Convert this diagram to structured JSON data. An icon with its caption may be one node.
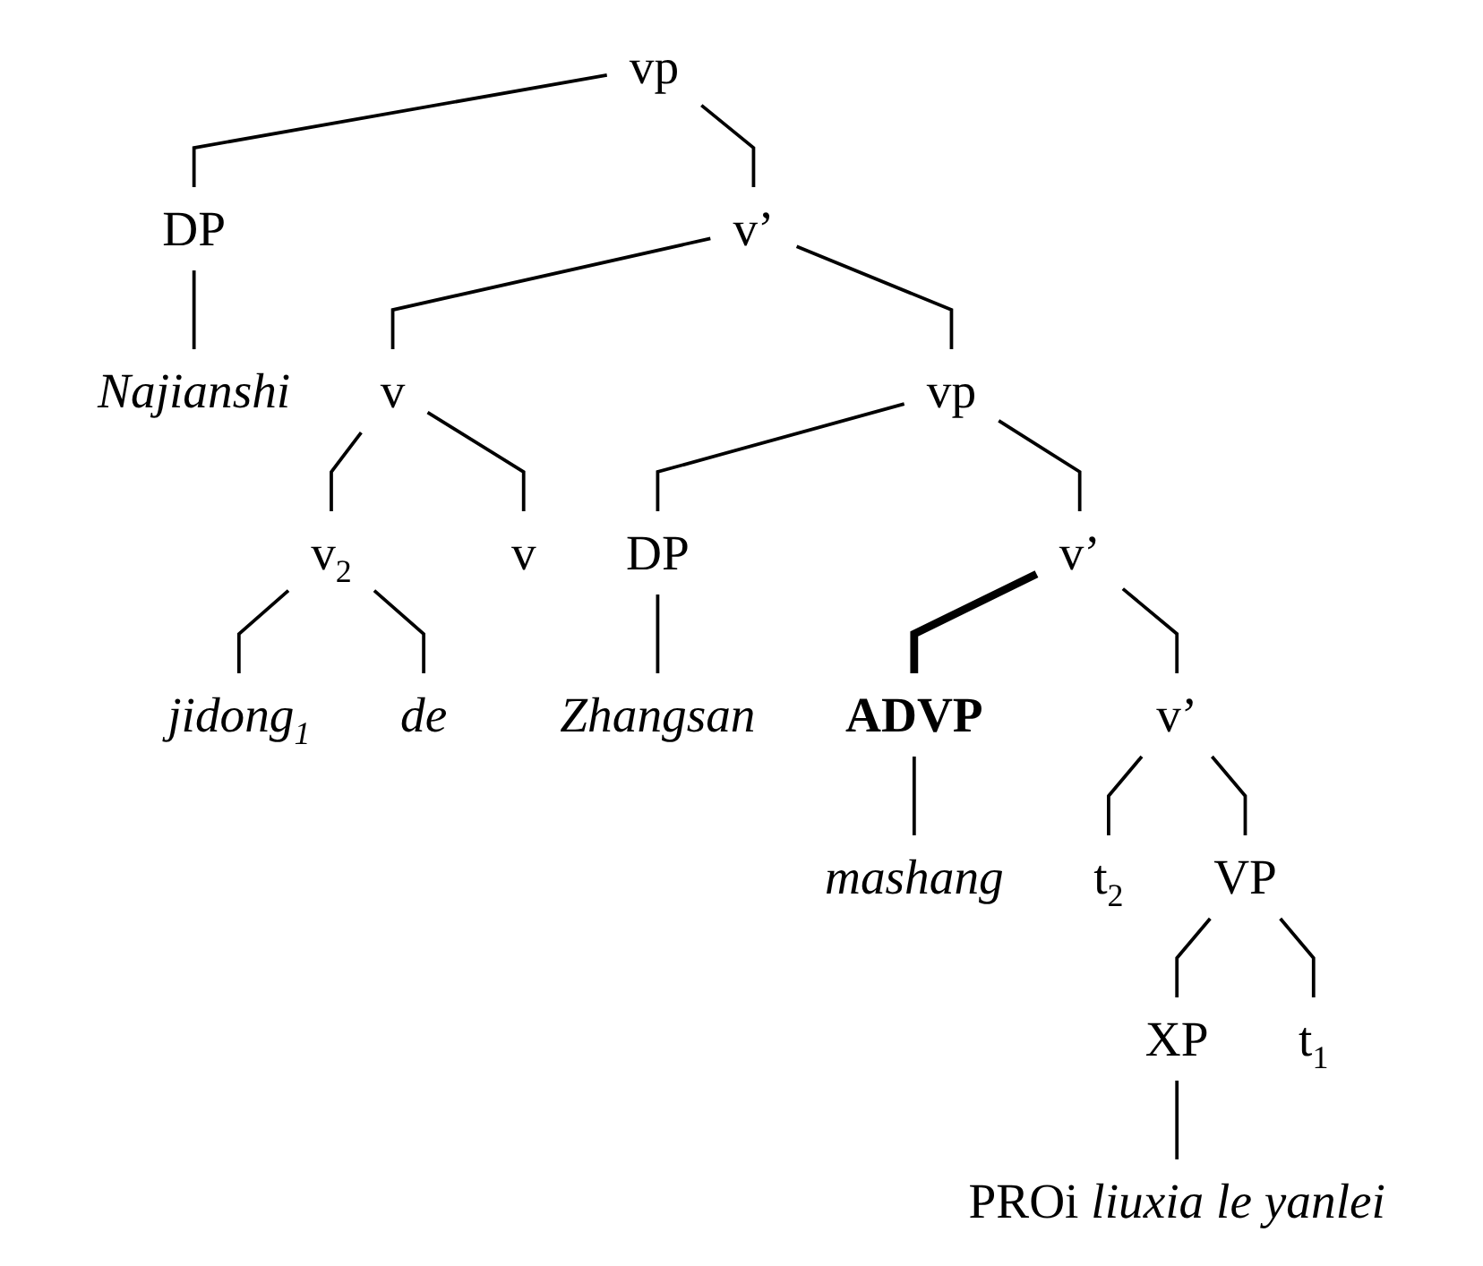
{
  "diagram": {
    "nodes": [
      {
        "text": [
          "vp"
        ]
      },
      {
        "text": [
          "DP"
        ]
      },
      {
        "text": [
          "v’"
        ]
      },
      {
        "text": [
          "Najianshi"
        ]
      },
      {
        "text": [
          "v"
        ]
      },
      {
        "text": [
          "vp"
        ]
      },
      {
        "text": [
          "v$_{2}$"
        ]
      },
      {
        "text": [
          "v"
        ]
      },
      {
        "text": [
          "DP"
        ]
      },
      {
        "text": [
          "v’"
        ]
      },
      {
        "text": [
          "jidong$_{1}$"
        ]
      },
      {
        "text": [
          "de"
        ]
      },
      {
        "text": [
          "Zhangsan"
        ]
      },
      {
        "text": [
          "ADVP"
        ]
      },
      {
        "text": [
          "v’"
        ]
      },
      {
        "text": [
          "mashang"
        ]
      },
      {
        "text": [
          "t$_{2}$"
        ]
      },
      {
        "text": [
          "VP"
        ]
      },
      {
        "text": [
          "XP"
        ]
      },
      {
        "text": [
          "t$_{1}$"
        ]
      },
      {
        "text": [
          "PROi *liuxia le yanlei*"
        ]
      }
    ],
    "edges": [
      {
        "from": 0,
        "to": 1,
        "arrow": "none"
      },
      {
        "from": 0,
        "to": 2,
        "arrow": "none"
      },
      {
        "from": 1,
        "to": 3,
        "arrow": "none"
      },
      {
        "from": 2,
        "to": 4,
        "arrow": "none"
      },
      {
        "from": 2,
        "to": 5,
        "arrow": "none"
      },
      {
        "from": 4,
        "to": 6,
        "arrow": "none"
      },
      {
        "from": 4,
        "to": 7,
        "arrow": "none"
      },
      {
        "from": 5,
        "to": 8,
        "arrow": "none"
      },
      {
        "from": 5,
        "to": 9,
        "arrow": "none"
      },
      {
        "from": 6,
        "to": 10,
        "arrow": "none"
      },
      {
        "from": 6,
        "to": 11,
        "arrow": "none"
      },
      {
        "from": 8,
        "to": 12,
        "arrow": "none"
      },
      {
        "from": 9,
        "to": 13,
        "arrow": "none",
        "style": "thick"
      },
      {
        "from": 9,
        "to": 14,
        "arrow": "none"
      },
      {
        "from": 13,
        "to": 15,
        "arrow": "none"
      },
      {
        "from": 14,
        "to": 16,
        "arrow": "none"
      },
      {
        "from": 14,
        "to": 17,
        "arrow": "none"
      },
      {
        "from": 17,
        "to": 18,
        "arrow": "none"
      },
      {
        "from": 17,
        "to": 19,
        "arrow": "none"
      },
      {
        "from": 18,
        "to": 20,
        "arrow": "none"
      }
    ]
  }
}
